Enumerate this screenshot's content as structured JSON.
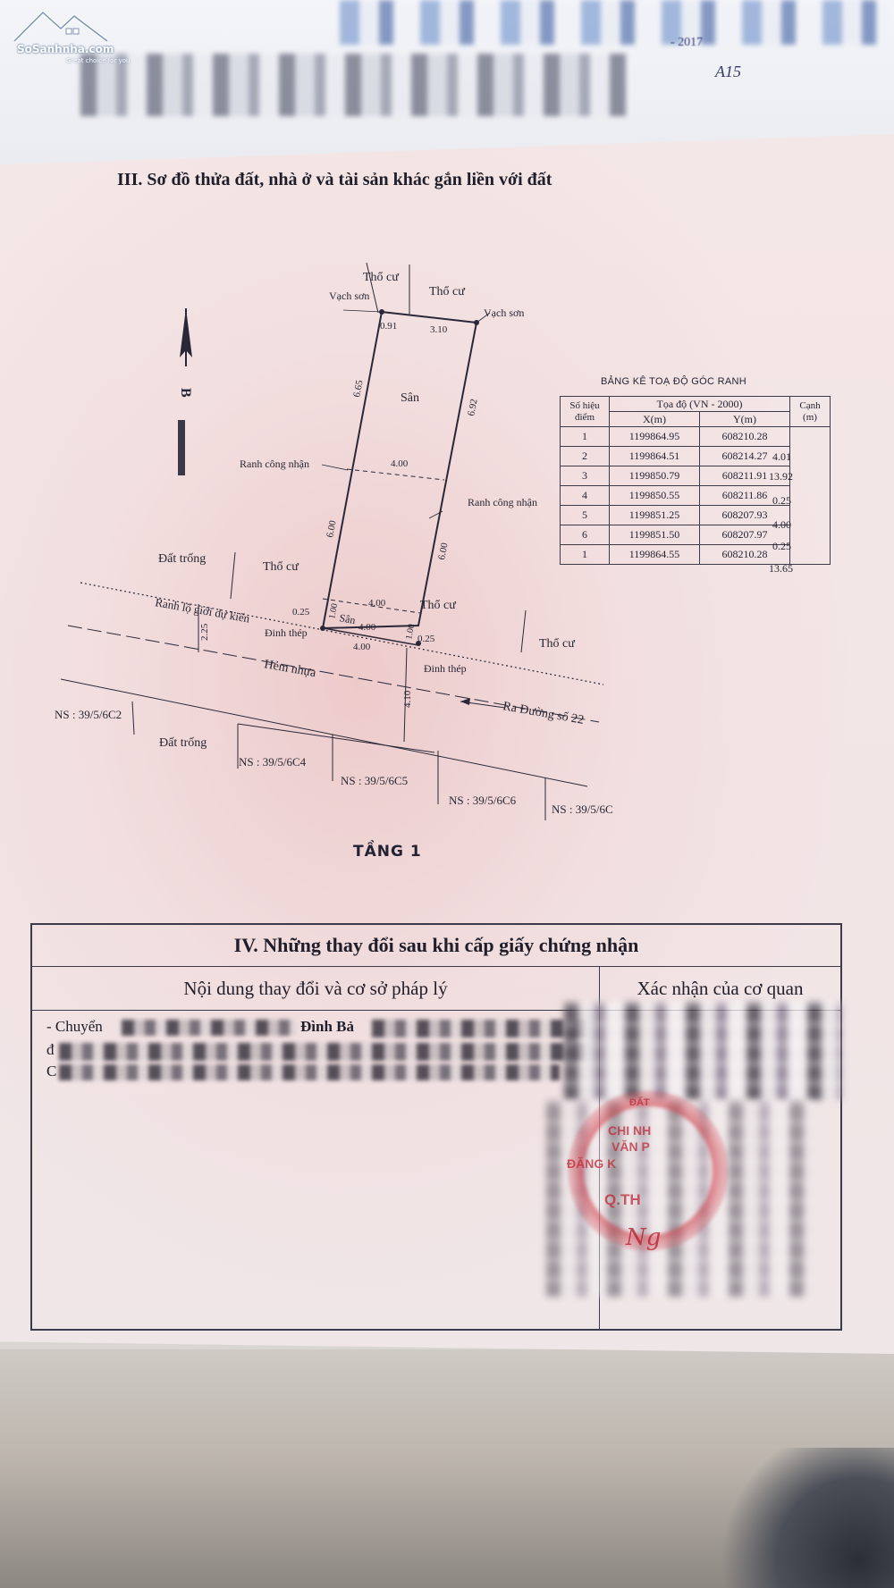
{
  "logo": {
    "name": "SoSanhnha.com",
    "tagline": "Great choice for you"
  },
  "top_marks": {
    "code_fragment": "- 2017",
    "initials": "A15"
  },
  "section3": {
    "title": "III. Sơ đồ thửa đất, nhà ở và tài sản khác gắn liền với đất",
    "north_label": "B",
    "neighbors": {
      "tho_cu": "Thổ cư",
      "dat_trong": "Đất trống",
      "vach_son": "Vạch sơn",
      "ranh_cong_nhan": "Ranh công nhận",
      "san": "Sân",
      "dinh_thep": "Đinh thép",
      "ranh_lo_gioi": "Ranh lộ giới dự kiến",
      "hem_nhua": "Hẻm nhựa",
      "ra_duong": "Ra Đường số 22"
    },
    "dimensions": {
      "top_left": "0.91",
      "top_right": "3.10",
      "left_upper": "6.65",
      "right_upper": "6.92",
      "mid_width": "4.00",
      "left_lower": "6.00",
      "right_lower": "6.00",
      "front_width": "4.00",
      "san_width": "4.00",
      "bottom_width": "4.00",
      "left_offset": "0.25",
      "right_offset": "0.25",
      "san_depth_left": "1.00",
      "san_depth_right": "1.00",
      "road_left": "2.25",
      "road_right": "4.10"
    },
    "house_numbers": [
      "NS : 39/5/6C2",
      "NS : 39/5/6C4",
      "NS : 39/5/6C5",
      "NS : 39/5/6C6",
      "NS : 39/5/6C"
    ],
    "floor_label": "TẦNG 1"
  },
  "coord_table": {
    "title": "BẢNG KÊ TOẠ ĐỘ GÓC RANH",
    "headers": {
      "point": "Số hiệu điểm",
      "coord": "Tọa độ (VN - 2000)",
      "x": "X(m)",
      "y": "Y(m)",
      "edge": "Cạnh (m)"
    },
    "rows": [
      {
        "id": "1",
        "x": "1199864.95",
        "y": "608210.28"
      },
      {
        "id": "2",
        "x": "1199864.51",
        "y": "608214.27"
      },
      {
        "id": "3",
        "x": "1199850.79",
        "y": "608211.91"
      },
      {
        "id": "4",
        "x": "1199850.55",
        "y": "608211.86"
      },
      {
        "id": "5",
        "x": "1199851.25",
        "y": "608207.93"
      },
      {
        "id": "6",
        "x": "1199851.50",
        "y": "608207.97"
      },
      {
        "id": "1",
        "x": "1199864.55",
        "y": "608210.28"
      }
    ],
    "edges": [
      "4.01",
      "13.92",
      "0.25",
      "4.00",
      "0.25",
      "13.65"
    ]
  },
  "section4": {
    "title": "IV. Những thay đổi sau khi cấp giấy chứng nhận",
    "col_left": "Nội dung thay đổi và cơ sở pháp lý",
    "col_right": "Xác nhận của cơ quan",
    "entry_start": "- Chuyển",
    "entry_fragment": "Đình Bả",
    "line2_prefix": "đ",
    "line3_prefix": "C",
    "stamp_lines": [
      "ĐẤT",
      "CHI NH",
      "VĂN P",
      "ĐĂNG K",
      "Q.TH"
    ]
  }
}
